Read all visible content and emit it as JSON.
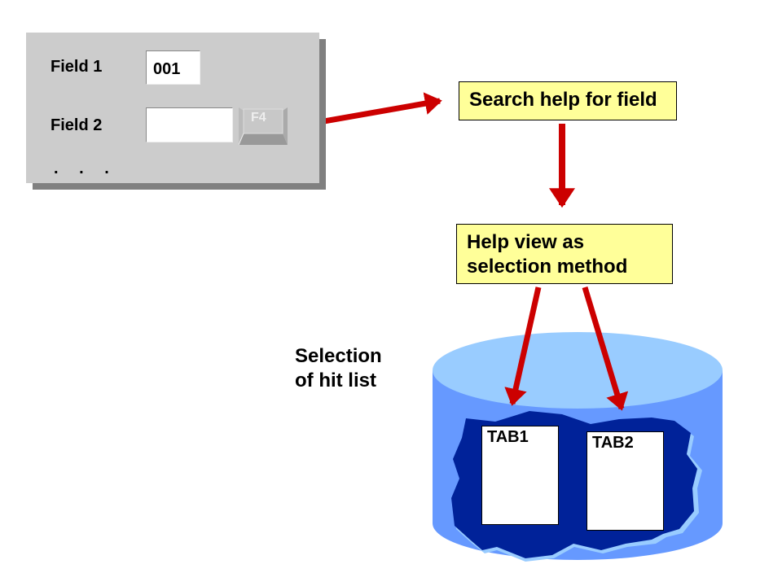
{
  "form": {
    "field1_label": "Field 1",
    "field1_value": "001",
    "field2_label": "Field 2",
    "field2_value": "",
    "f4_key_label": "F4",
    "more_indicator": ". . ."
  },
  "flow": {
    "search_help_label": "Search help for field",
    "help_view_line1": "Help view as",
    "help_view_line2": "selection method",
    "hit_list_line1": "Selection",
    "hit_list_line2": "of hit list"
  },
  "database": {
    "tables": [
      {
        "name": "TAB1"
      },
      {
        "name": "TAB2"
      }
    ]
  },
  "colors": {
    "arrow": "#cc0000",
    "highlight_box": "#ffff99",
    "panel": "#cccccc",
    "db_top": "#99ccff",
    "db_side": "#6699ff",
    "db_interior": "#002299"
  }
}
